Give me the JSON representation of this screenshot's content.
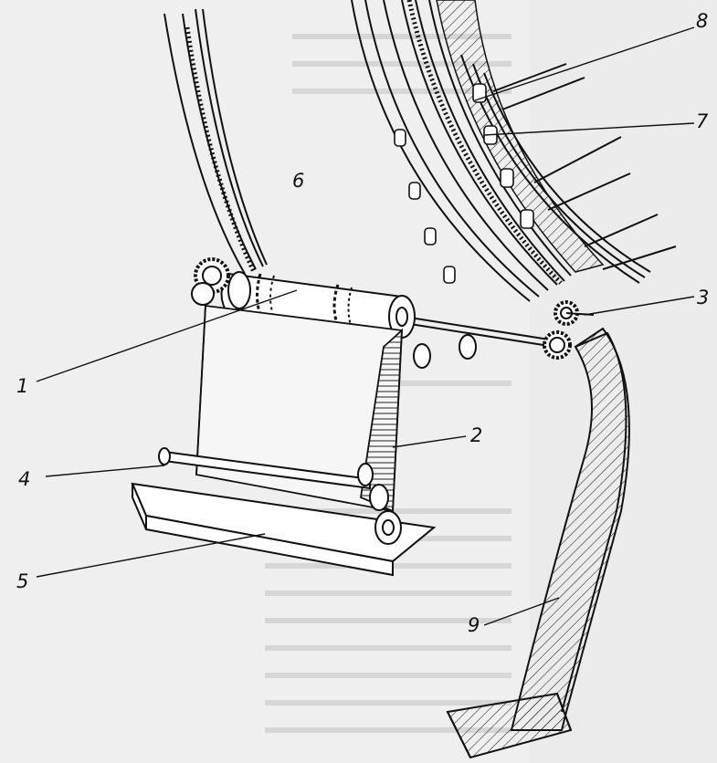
{
  "labels": {
    "l1": "1",
    "l2": "2",
    "l3": "3",
    "l4": "4",
    "l5": "5",
    "l6": "6",
    "l7": "7",
    "l8": "8",
    "l9": "9"
  },
  "colors": {
    "paper": "#efefef",
    "ink": "#111111",
    "ghost_text": "#9a9a9a"
  }
}
